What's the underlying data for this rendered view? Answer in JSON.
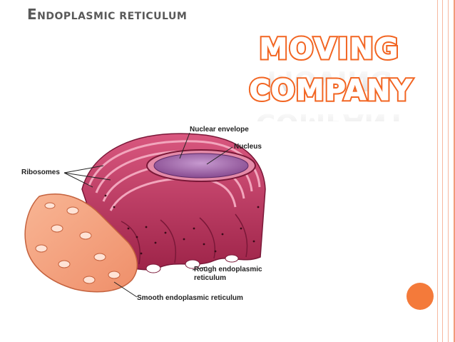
{
  "slide": {
    "title": "Endoplasmic reticulum",
    "title_first_letter": "E",
    "title_rest": "NDOPLASMIC RETICULUM",
    "wordart_line1": "MOVING",
    "wordart_line2": "COMPANY"
  },
  "diagram": {
    "labels": {
      "nuclear_envelope": "Nuclear envelope",
      "nucleus": "Nucleus",
      "ribosomes": "Ribosomes",
      "rough_er_line1": "Rough endoplasmic",
      "rough_er_line2": "reticulum",
      "smooth_er": "Smooth endoplasmic reticulum"
    }
  },
  "colors": {
    "title": "#595959",
    "wordart": "#f26522",
    "frame_lines": "#f6b8a0",
    "accent_circle": "#f47a3a",
    "rough_er": "#b4335d",
    "smooth_er": "#f4a07c",
    "nucleus": "#9b5a9e"
  }
}
